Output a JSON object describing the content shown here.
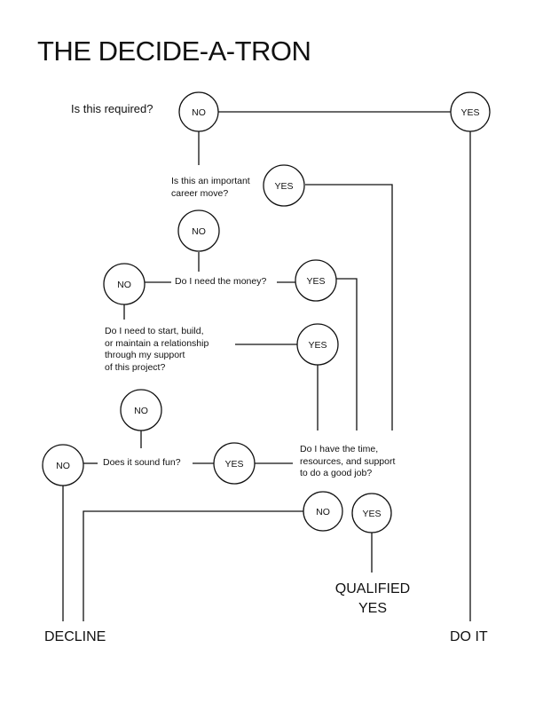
{
  "title": "THE DECIDE-A-TRON",
  "questions": {
    "required": "Is this required?",
    "career": [
      "Is this an important",
      "career move?"
    ],
    "money": "Do I need the money?",
    "relationship": [
      "Do I need to start, build,",
      "or maintain a relationship",
      "through my support",
      "of this project?"
    ],
    "fun": "Does it sound fun?",
    "capacity": [
      "Do I have the time,",
      "resources, and support",
      "to do a good job?"
    ]
  },
  "answers": {
    "no": "NO",
    "yes": "YES"
  },
  "outcomes": {
    "decline": "DECLINE",
    "qualified_yes": [
      "QUALIFIED",
      "YES"
    ],
    "do_it": "DO IT"
  }
}
